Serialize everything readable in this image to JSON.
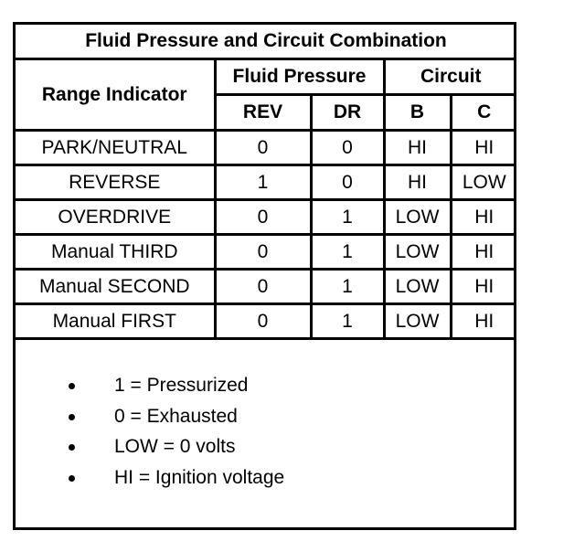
{
  "title": "Fluid Pressure and Circuit Combination",
  "header": {
    "range_indicator": "Range Indicator",
    "fluid_pressure": "Fluid Pressure",
    "circuit": "Circuit",
    "rev": "REV",
    "dr": "DR",
    "b": "B",
    "c": "C"
  },
  "rows": [
    {
      "range": "PARK/NEUTRAL",
      "rev": "0",
      "dr": "0",
      "b": "HI",
      "c": "HI"
    },
    {
      "range": "REVERSE",
      "rev": "1",
      "dr": "0",
      "b": "HI",
      "c": "LOW"
    },
    {
      "range": "OVERDRIVE",
      "rev": "0",
      "dr": "1",
      "b": "LOW",
      "c": "HI"
    },
    {
      "range": "Manual THIRD",
      "rev": "0",
      "dr": "1",
      "b": "LOW",
      "c": "HI"
    },
    {
      "range": "Manual SECOND",
      "rev": "0",
      "dr": "1",
      "b": "LOW",
      "c": "HI"
    },
    {
      "range": "Manual FIRST",
      "rev": "0",
      "dr": "1",
      "b": "LOW",
      "c": "HI"
    }
  ],
  "notes": [
    "1 = Pressurized",
    "0 = Exhausted",
    "LOW = 0 volts",
    "HI = Ignition voltage"
  ]
}
